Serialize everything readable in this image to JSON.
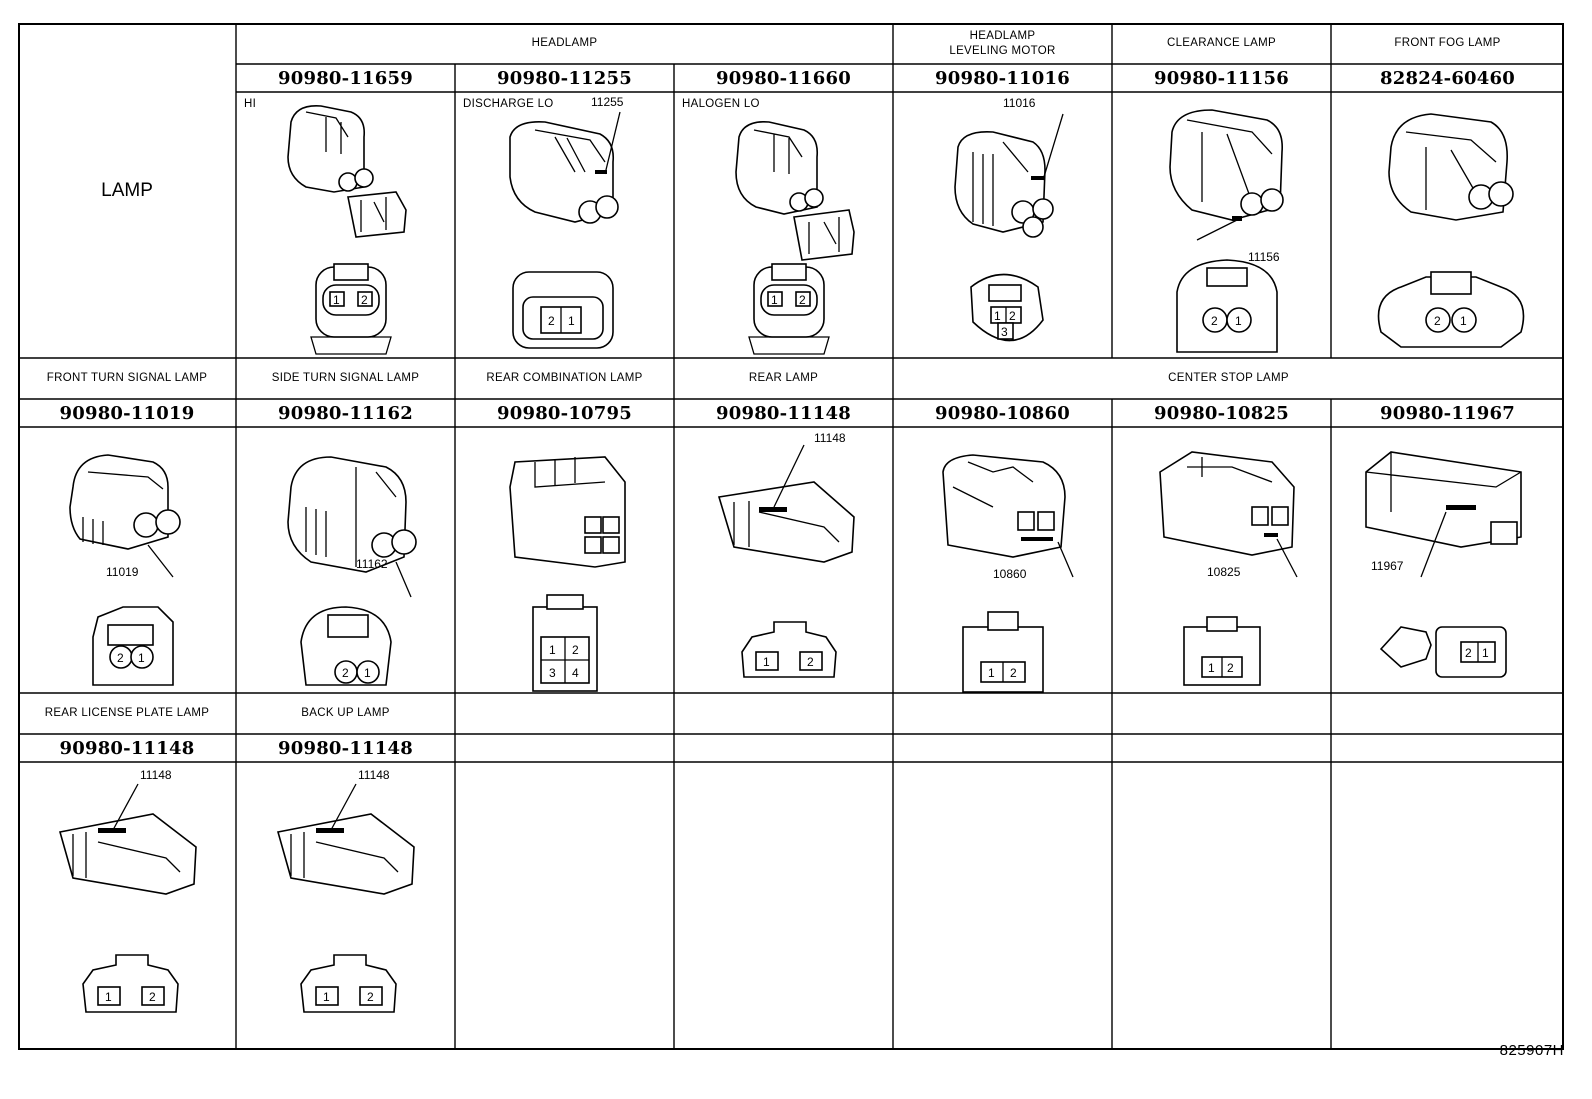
{
  "title_cell": "LAMP",
  "row1": {
    "groups": [
      "HEADLAMP",
      "HEADLAMP\nLEVELING MOTOR",
      "CLEARANCE LAMP",
      "FRONT FOG LAMP"
    ],
    "parts": [
      "90980-11659",
      "90980-11255",
      "90980-11660",
      "90980-11016",
      "90980-11156",
      "82824-60460"
    ],
    "sub_labels": [
      "HI",
      "DISCHARGE LO",
      "HALOGEN LO"
    ],
    "callouts": [
      "11255",
      "11016",
      "11156"
    ]
  },
  "row2": {
    "groups": [
      "FRONT TURN SIGNAL LAMP",
      "SIDE TURN SIGNAL LAMP",
      "REAR COMBINATION LAMP",
      "REAR LAMP",
      "CENTER STOP LAMP"
    ],
    "parts": [
      "90980-11019",
      "90980-11162",
      "90980-10795",
      "90980-11148",
      "90980-10860",
      "90980-10825",
      "90980-11967"
    ],
    "callouts": [
      "11019",
      "11162",
      "11148",
      "10860",
      "10825",
      "11967"
    ]
  },
  "row3": {
    "groups": [
      "REAR LICENSE PLATE LAMP",
      "BACK UP LAMP"
    ],
    "parts": [
      "90980-11148",
      "90980-11148"
    ],
    "callouts": [
      "11148",
      "11148"
    ]
  },
  "pins": {
    "p1": "1",
    "p2": "2",
    "p3": "3",
    "p4": "4"
  },
  "footer_code": "825907H"
}
